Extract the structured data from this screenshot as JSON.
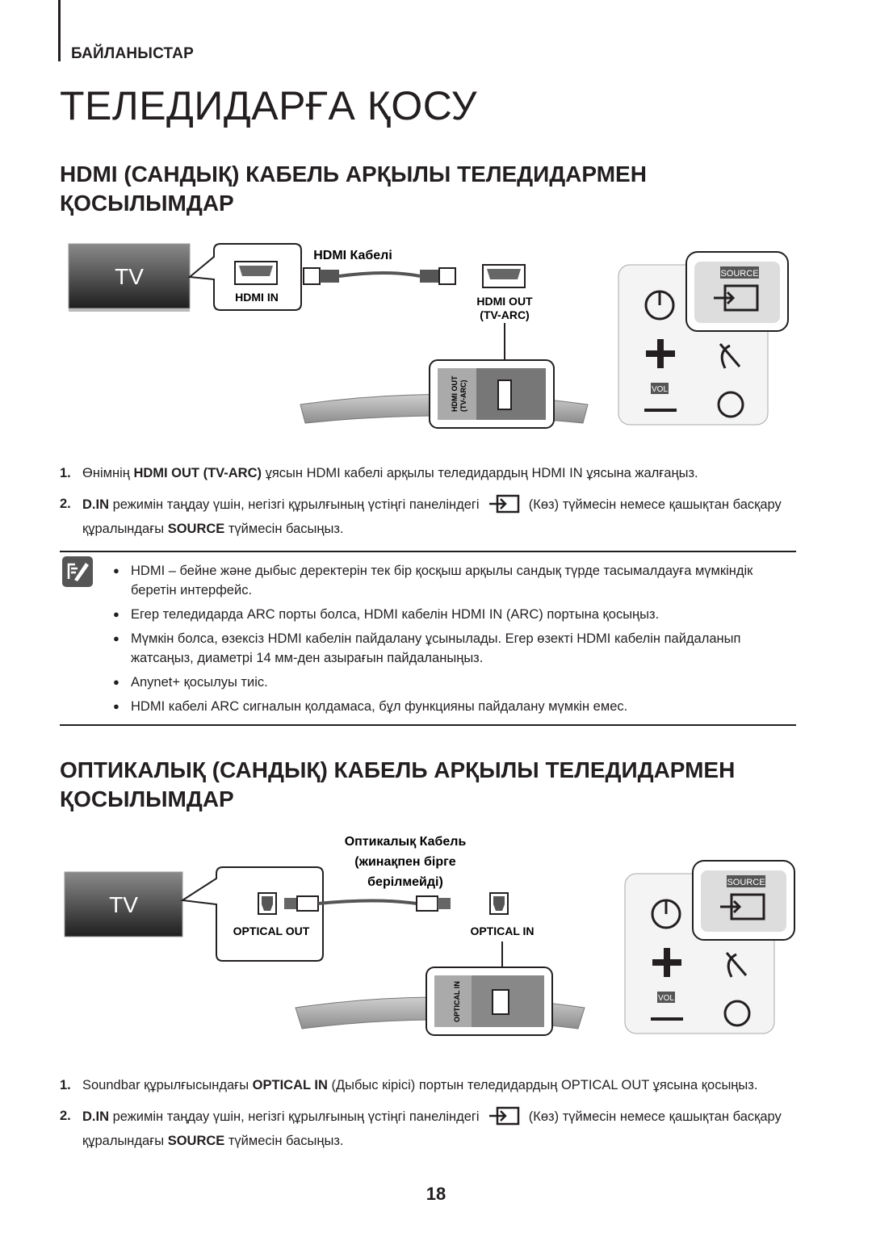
{
  "section": "БАЙЛАНЫСТАР",
  "title": "ТЕЛЕДИДАРҒА ҚОСУ",
  "hdmi": {
    "heading": "HDMI (САНДЫҚ) КАБЕЛЬ АРҚЫЛЫ ТЕЛЕДИДАРМЕН ҚОСЫЛЫМДАР",
    "diagram": {
      "tv": "TV",
      "cable": "HDMI Кабелі",
      "port_tv": "HDMI IN",
      "port_bar_1": "HDMI OUT",
      "port_bar_2": "(TV-ARC)",
      "panel_1": "HDMI OUT",
      "panel_2": "(TV-ARC)",
      "remote_source": "SOURCE",
      "remote_vol": "VOL"
    },
    "steps": [
      {
        "num": "1.",
        "a": "Өнімнің ",
        "b": "HDMI OUT (TV-ARC)",
        "c": " ұясын HDMI кабелі арқылы теледидардың HDMI IN ұясына жалғаңыз."
      },
      {
        "num": "2.",
        "a": "D.IN",
        "b": " режимін таңдау үшін, негізгі құрылғының үстіңгі панеліндегі ",
        "c": " (Көз) түймесін немесе қашықтан басқару құралындағы ",
        "d": "SOURCE",
        "e": " түймесін басыңыз."
      }
    ]
  },
  "notes": [
    "HDMI – бейне және дыбыс деректерін тек бір қосқыш арқылы сандық түрде тасымалдауға мүмкіндік беретін интерфейс.",
    "Егер теледидарда ARC порты болса, HDMI кабелін HDMI IN (ARC) портына қосыңыз.",
    "Мүмкін болса, өзексіз HDMI кабелін пайдалану ұсынылады.  Егер өзекті HDMI кабелін пайдаланып жатсаңыз, диаметрі 14 мм-ден азырағын пайдаланыңыз.",
    "Anynet+ қосылуы тиіс.",
    "HDMI кабелі ARC сигналын қолдамаса, бұл функцияны пайдалану мүмкін емес."
  ],
  "optical": {
    "heading": "ОПТИКАЛЫҚ (САНДЫҚ) КАБЕЛЬ АРҚЫЛЫ ТЕЛЕДИДАРМЕН ҚОСЫЛЫМДАР",
    "diagram": {
      "tv": "TV",
      "cable_1": "Оптикалық Кабель",
      "cable_2": "(жинақпен бірге",
      "cable_3": "берілмейді)",
      "port_tv": "OPTICAL OUT",
      "port_bar": "OPTICAL IN",
      "panel": "OPTICAL IN",
      "remote_source": "SOURCE",
      "remote_vol": "VOL"
    },
    "steps": [
      {
        "num": "1.",
        "a": "Soundbar құрылғысындағы ",
        "b": "OPTICAL IN",
        "c": " (Дыбыс кірісі) портын теледидардың OPTICAL OUT ұясына қосыңыз."
      },
      {
        "num": "2.",
        "a": "D.IN",
        "b": " режимін таңдау үшін, негізгі құрылғының үстіңгі панеліндегі ",
        "c": " (Көз) түймесін немесе қашықтан басқару құралындағы ",
        "d": "SOURCE",
        "e": " түймесін басыңыз."
      }
    ]
  },
  "page_number": "18"
}
